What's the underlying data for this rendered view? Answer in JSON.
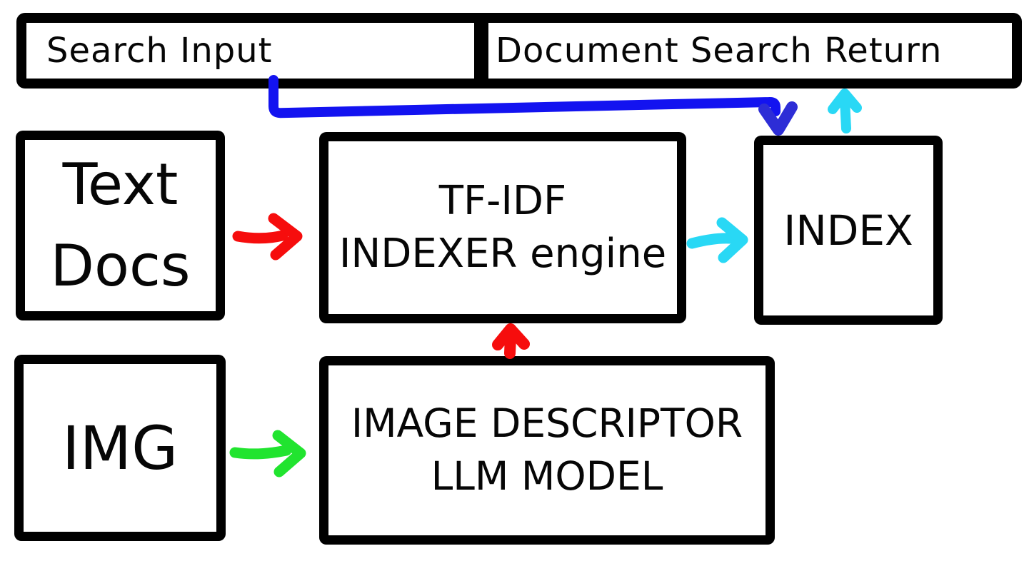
{
  "colors": {
    "background": "#ffffff",
    "box_border": "#000000",
    "arrow_red": "#f60d0d",
    "arrow_green": "#21e42f",
    "arrow_cyan": "#29d8f5",
    "arrow_blue": "#1313f0",
    "arrow_blue_head": "#2d2dd6"
  },
  "top_bar": {
    "search_input_label": "Search Input",
    "document_search_return_label": "Document Search Return"
  },
  "nodes": {
    "text_docs": {
      "lines": [
        "Text",
        "Docs"
      ]
    },
    "tfidf_indexer": {
      "lines": [
        "TF-IDF",
        "INDEXER engine"
      ]
    },
    "index": {
      "label": "INDEX"
    },
    "img": {
      "label": "IMG"
    },
    "image_descriptor": {
      "lines": [
        "IMAGE DESCRIPTOR",
        "LLM MODEL"
      ]
    }
  },
  "arrows": [
    {
      "name": "search-input-to-index",
      "color": "blue"
    },
    {
      "name": "index-to-document-search-return",
      "color": "cyan"
    },
    {
      "name": "indexer-engine-to-index",
      "color": "cyan"
    },
    {
      "name": "text-docs-to-indexer-engine",
      "color": "red"
    },
    {
      "name": "llm-model-to-indexer-engine",
      "color": "red"
    },
    {
      "name": "img-to-llm-model",
      "color": "green"
    }
  ]
}
